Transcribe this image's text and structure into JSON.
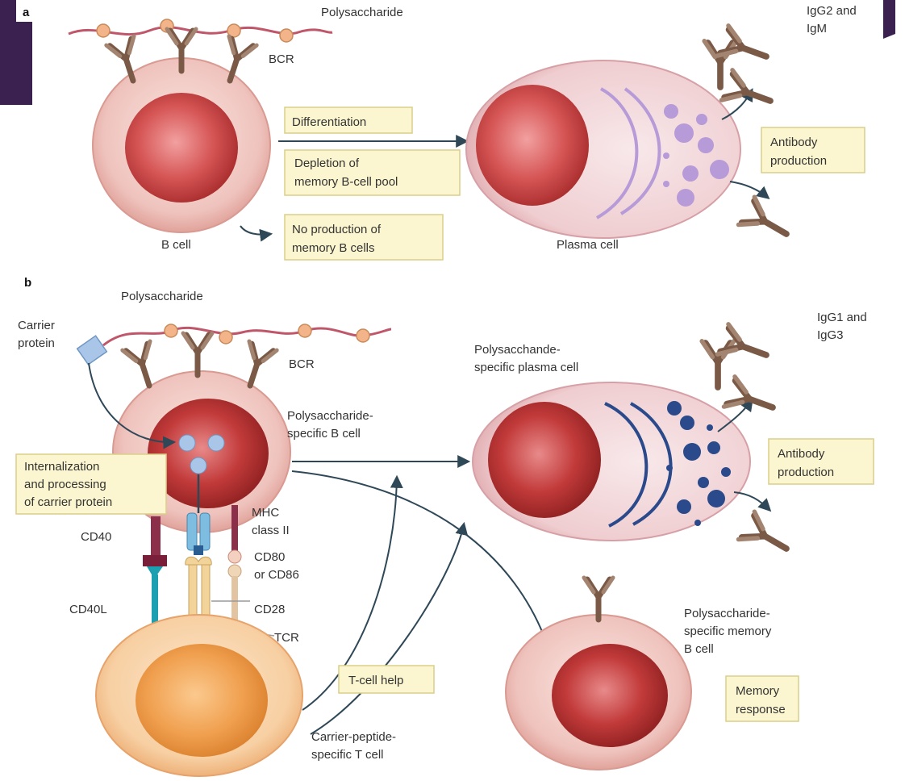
{
  "panel_a": {
    "letter": "a",
    "polysaccharide_label": "Polysaccharide",
    "bcr_label": "BCR",
    "b_cell_label": "B cell",
    "differentiation_box": "Differentiation",
    "depletion_box": [
      "Depletion of",
      "memory B-cell pool"
    ],
    "no_production_box": [
      "No production of",
      "memory B cells"
    ],
    "plasma_cell_label": "Plasma cell",
    "antibody_production_box": [
      "Antibody",
      "production"
    ],
    "antibody_class_label": [
      "IgG2 and",
      "IgM"
    ]
  },
  "panel_b": {
    "letter": "b",
    "polysaccharide_label": "Polysaccharide",
    "carrier_protein_label": [
      "Carrier",
      "protein"
    ],
    "bcr_label": "BCR",
    "b_cell_label": [
      "Polysaccharide-",
      "specific B cell"
    ],
    "internalization_box": [
      "Internalization",
      "and processing",
      "of carrier protein"
    ],
    "mhc_label": [
      "MHC",
      "class II"
    ],
    "cd40_label": "CD40",
    "cd80_label": [
      "CD80",
      "or CD86"
    ],
    "cd40l_label": "CD40L",
    "cd28_label": "CD28",
    "tcr_label": "TCR",
    "t_cell_label": [
      "Carrier-peptide-",
      "specific T cell"
    ],
    "t_cell_help_box": "T-cell help",
    "plasma_cell_label": [
      "Polysacchande-",
      "specific plasma cell"
    ],
    "antibody_production_box": [
      "Antibody",
      "production"
    ],
    "antibody_class_label": [
      "IgG1 and",
      "IgG3"
    ],
    "memory_cell_label": [
      "Polysaccharide-",
      "specific memory",
      "B cell"
    ],
    "memory_response_box": [
      "Memory",
      "response"
    ]
  },
  "colors": {
    "slide_accent": "#3b2150",
    "label_box_fill": "#fbf6cf",
    "label_box_stroke": "#d9cf8a",
    "antibody": "#8a6a55",
    "b_cell_nucleus": "#c23a3a",
    "plasma_granules_a": "#b79ad8",
    "plasma_granules_b": "#2b4a8c",
    "t_cell": "#f3b278",
    "arrow": "#2f4858"
  }
}
